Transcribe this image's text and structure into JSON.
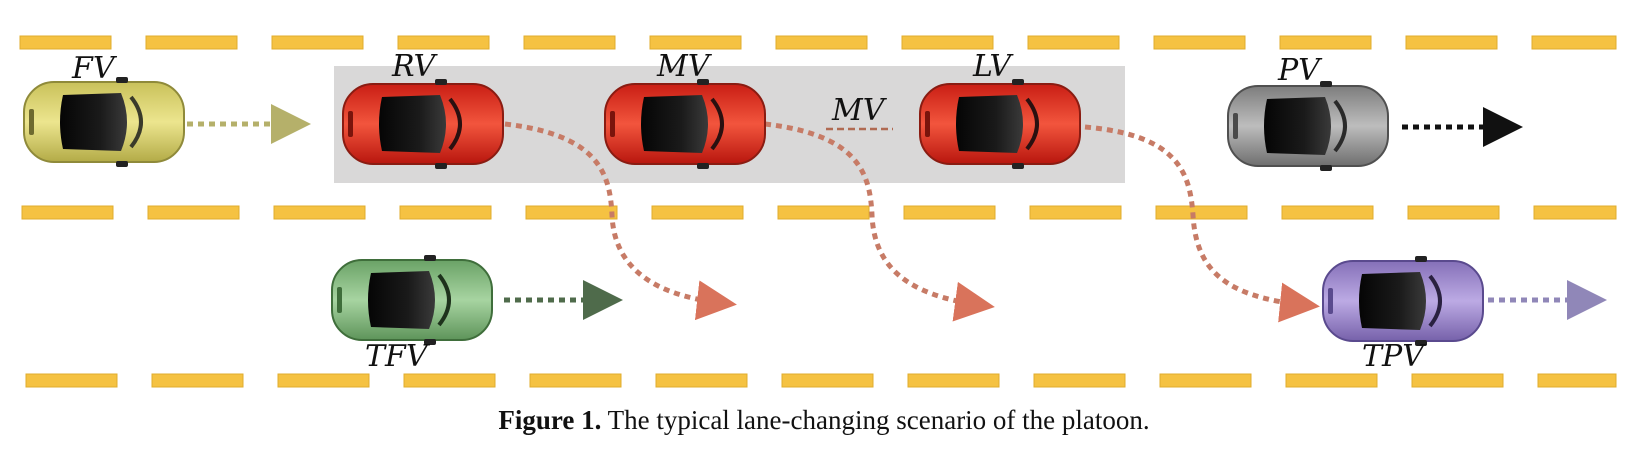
{
  "caption": {
    "prefix": "Figure 1.",
    "text": " The typical lane-changing scenario of the platoon."
  },
  "labels": {
    "fv": "FV",
    "rv": "RV",
    "mv": "MV",
    "mv_gap": "MV",
    "lv": "LV",
    "pv": "PV",
    "tfv": "TFV",
    "tpv": "TPV"
  },
  "colors": {
    "lane_marking": "#F5C242",
    "platoon_box": "#D9D8D8",
    "fv": "#D8CF6A",
    "platoon": "#E8382A",
    "pv": "#9A9A9A",
    "tfv": "#7FB57A",
    "tpv": "#9B86C9",
    "trajectory": "#C77B66",
    "fv_arrow": "#B5B06A",
    "pv_arrow": "#111111",
    "tfv_arrow": "#4F6B4B",
    "tpv_arrow": "#9087B8"
  },
  "icons": [
    "car-icon",
    "dotted-arrow-icon",
    "curved-trajectory-icon"
  ]
}
